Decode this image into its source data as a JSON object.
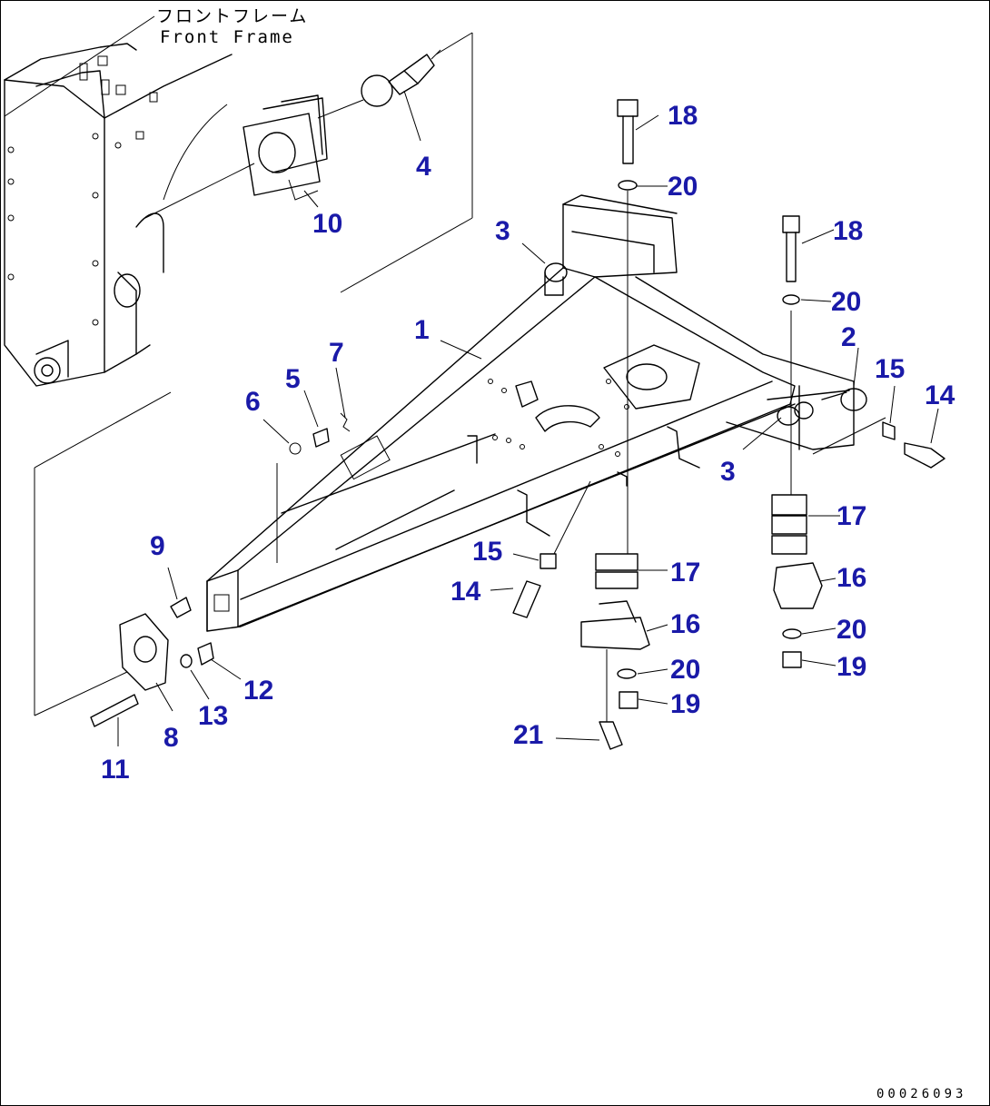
{
  "frame_label": {
    "japanese": "フロントフレーム",
    "english": "Front Frame"
  },
  "drawing_code": "00026093",
  "callouts": [
    "1",
    "2",
    "3",
    "3",
    "4",
    "5",
    "6",
    "7",
    "8",
    "9",
    "10",
    "11",
    "12",
    "13",
    "14",
    "14",
    "15",
    "15",
    "16",
    "16",
    "17",
    "17",
    "18",
    "18",
    "19",
    "19",
    "20",
    "20",
    "20",
    "20",
    "21"
  ]
}
